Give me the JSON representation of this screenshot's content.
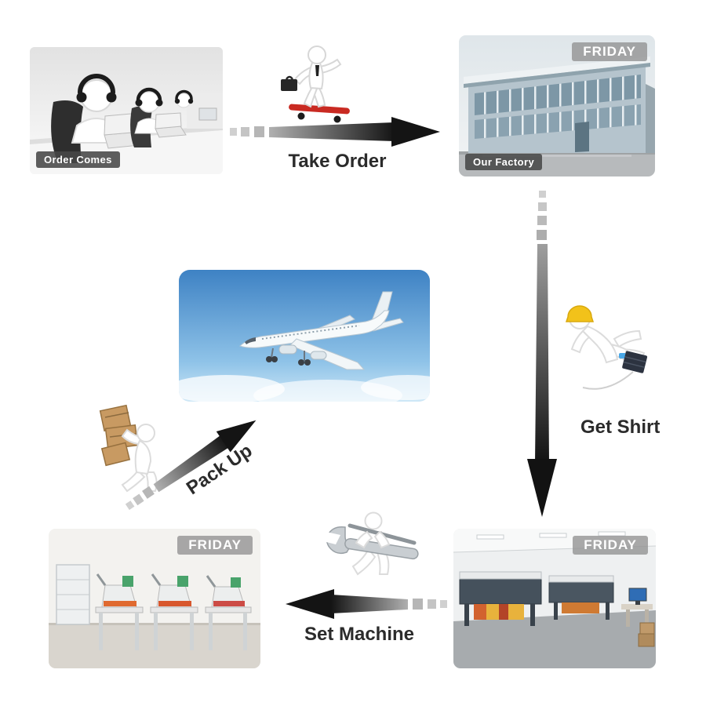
{
  "photos": {
    "call_center": {
      "caption": "Order Comes"
    },
    "factory": {
      "caption": "Our  Factory",
      "badge": "FRIDAY"
    },
    "press_shop": {
      "badge": "FRIDAY"
    },
    "print_shop": {
      "badge": "FRIDAY"
    }
  },
  "arrows": {
    "take_order": {
      "label": "Take Order"
    },
    "get_shirt": {
      "label": "Get Shirt"
    },
    "set_machine": {
      "label": "Set Machine"
    },
    "pack_up": {
      "label": "Pack Up"
    }
  },
  "figures": {
    "skater": "courier-on-skateboard-icon",
    "hard_hat": "worker-hard-hat-icon",
    "box_carrier": "figure-carrying-boxes-icon",
    "wrench": "figure-with-wrench-icon"
  },
  "colors": {
    "arrow_black": "#141414",
    "dash_gray": "#c6c6c6",
    "label_text": "#2b2b2b",
    "badge_bg": "rgba(145,145,145,0.78)",
    "caption_bg": "rgba(72,72,72,0.88)",
    "badge_text": "#ffffff",
    "helmet_yellow": "#f2c21a",
    "skateboard_red": "#c92a22",
    "box_brown": "#c89a62",
    "sky_blue": "#3e82c4"
  }
}
